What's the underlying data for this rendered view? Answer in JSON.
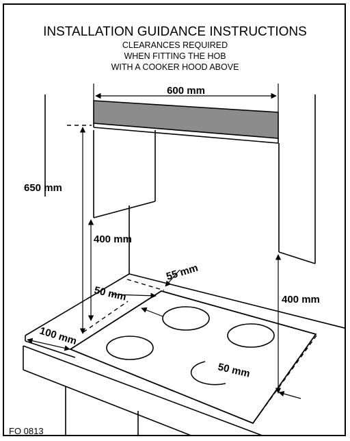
{
  "title": "INSTALLATION GUIDANCE INSTRUCTIONS",
  "subtitle_lines": [
    "CLEARANCES REQUIRED",
    "WHEN FITTING THE HOB",
    "WITH A COOKER HOOD ABOVE"
  ],
  "dimensions": {
    "hood_width": "600 mm",
    "hood_height": "650 mm",
    "left_cabinet_clearance": "400 mm",
    "right_wall_clearance": "400 mm",
    "rear_clearance": "55 mm",
    "left_rear_edge": "50 mm",
    "left_side_clearance": "100 mm",
    "right_edge": "50 mm"
  },
  "figure_code": "FO 0813",
  "colors": {
    "hood": "#8c8c8c",
    "line": "#000000",
    "background": "#ffffff"
  }
}
